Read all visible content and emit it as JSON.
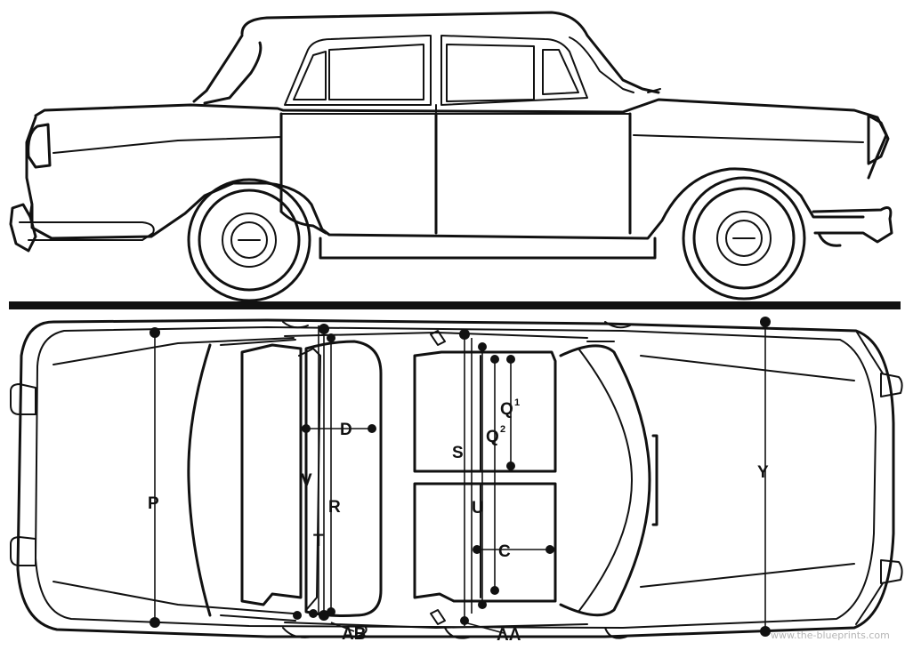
{
  "labels": {
    "d": "D",
    "v": "V",
    "r": "R",
    "t": "T",
    "p": "P",
    "s": "S",
    "u": "U",
    "c": "C",
    "y": "Y",
    "q1": "Q",
    "q1_sup": "1",
    "q2": "Q",
    "q2_sup": "2",
    "ab": "AB",
    "aa": "AA"
  },
  "watermark": "www.the-blueprints.com",
  "colors": {
    "line": "#111111",
    "background": "#ffffff",
    "watermark": "#b5b5b5"
  }
}
